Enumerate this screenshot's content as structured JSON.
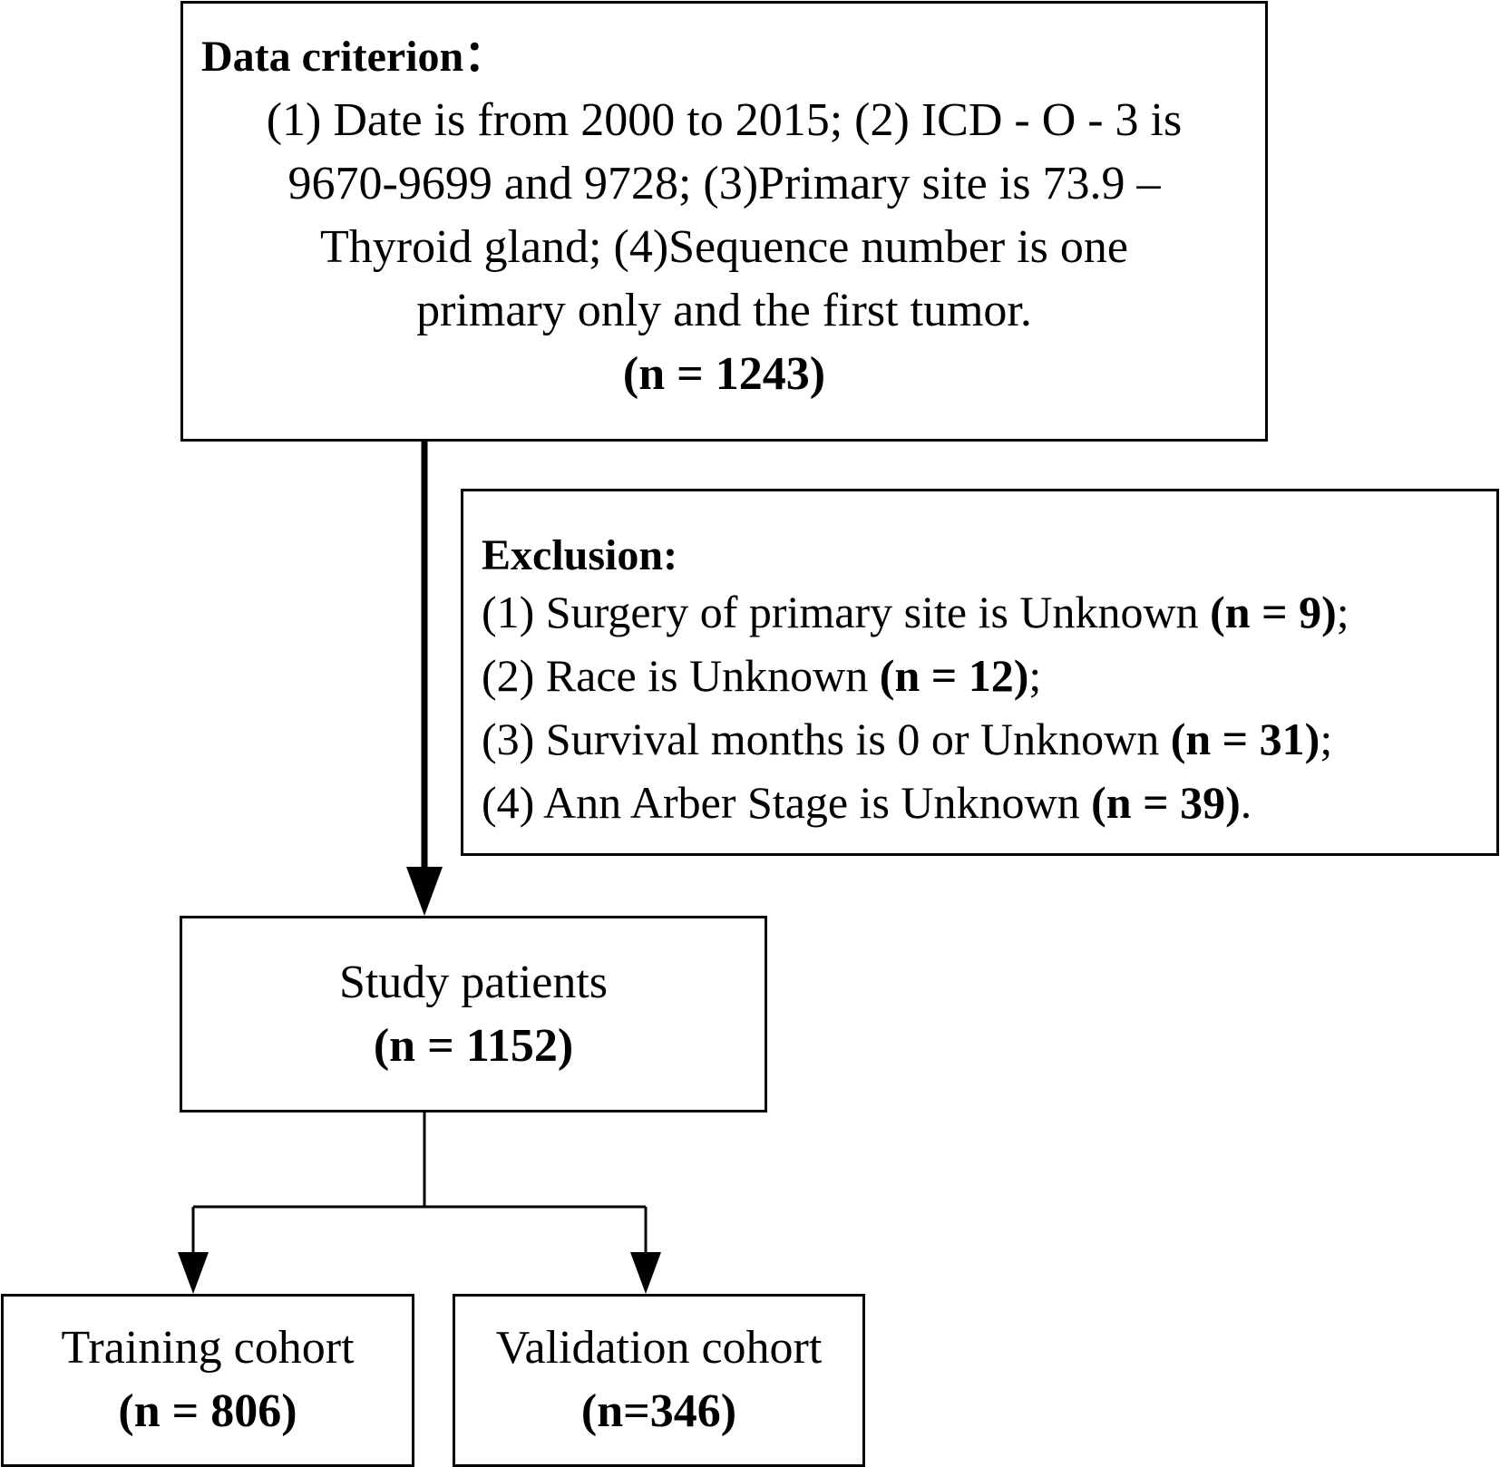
{
  "criterion": {
    "heading": "Data criterion：",
    "lines": [
      "(1) Date is from 2000 to 2015; (2) ICD - O - 3 is",
      "9670-9699 and 9728; (3)Primary site is 73.9 –",
      "Thyroid gland; (4)Sequence number is one",
      "primary only and the first tumor."
    ],
    "count": "(n = 1243)"
  },
  "exclusion": {
    "heading": "Exclusion:",
    "items": [
      {
        "text": "(1) Surgery of primary site is Unknown ",
        "count": "(n = 9)",
        "end": ";"
      },
      {
        "text": "(2) Race is Unknown ",
        "count": "(n = 12)",
        "end": ";"
      },
      {
        "text": "(3) Survival months is 0 or Unknown ",
        "count": "(n = 31)",
        "end": ";"
      },
      {
        "text": "(4) Ann Arber Stage is Unknown ",
        "count": "(n = 39)",
        "end": "."
      }
    ]
  },
  "study": {
    "label": "Study patients",
    "count": "(n = 1152)"
  },
  "training": {
    "label": "Training cohort",
    "count": "(n = 806)"
  },
  "validation": {
    "label": "Validation cohort",
    "count": "(n=346)"
  }
}
